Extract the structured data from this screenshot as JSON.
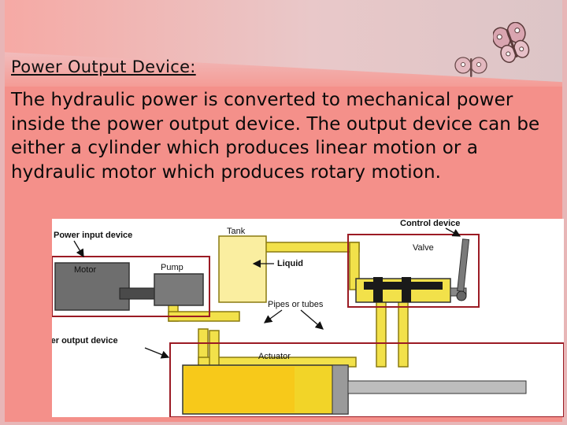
{
  "slide": {
    "heading": "Power Output Device:",
    "body": "The hydraulic power is converted to mechanical power inside the power output device. The output device can be either a cylinder which produces linear motion or a hydraulic motor which produces rotary motion."
  },
  "diagram": {
    "labels": {
      "power_input": "Power input device",
      "motor": "Motor",
      "pump": "Pump",
      "tank": "Tank",
      "liquid": "Liquid",
      "control": "Control device",
      "valve": "Valve",
      "pipes": "Pipes or tubes",
      "power_output": "Power output device",
      "actuator": "Actuator"
    },
    "colors": {
      "fluid": "#f2e14a",
      "fluid_dark": "#e0c81c",
      "frame": "#9b1b24",
      "machine": "#6e6e6e",
      "tank": "#faeea0"
    }
  },
  "decor": {
    "icons": [
      "butterfly-icon",
      "butterfly-icon"
    ]
  }
}
